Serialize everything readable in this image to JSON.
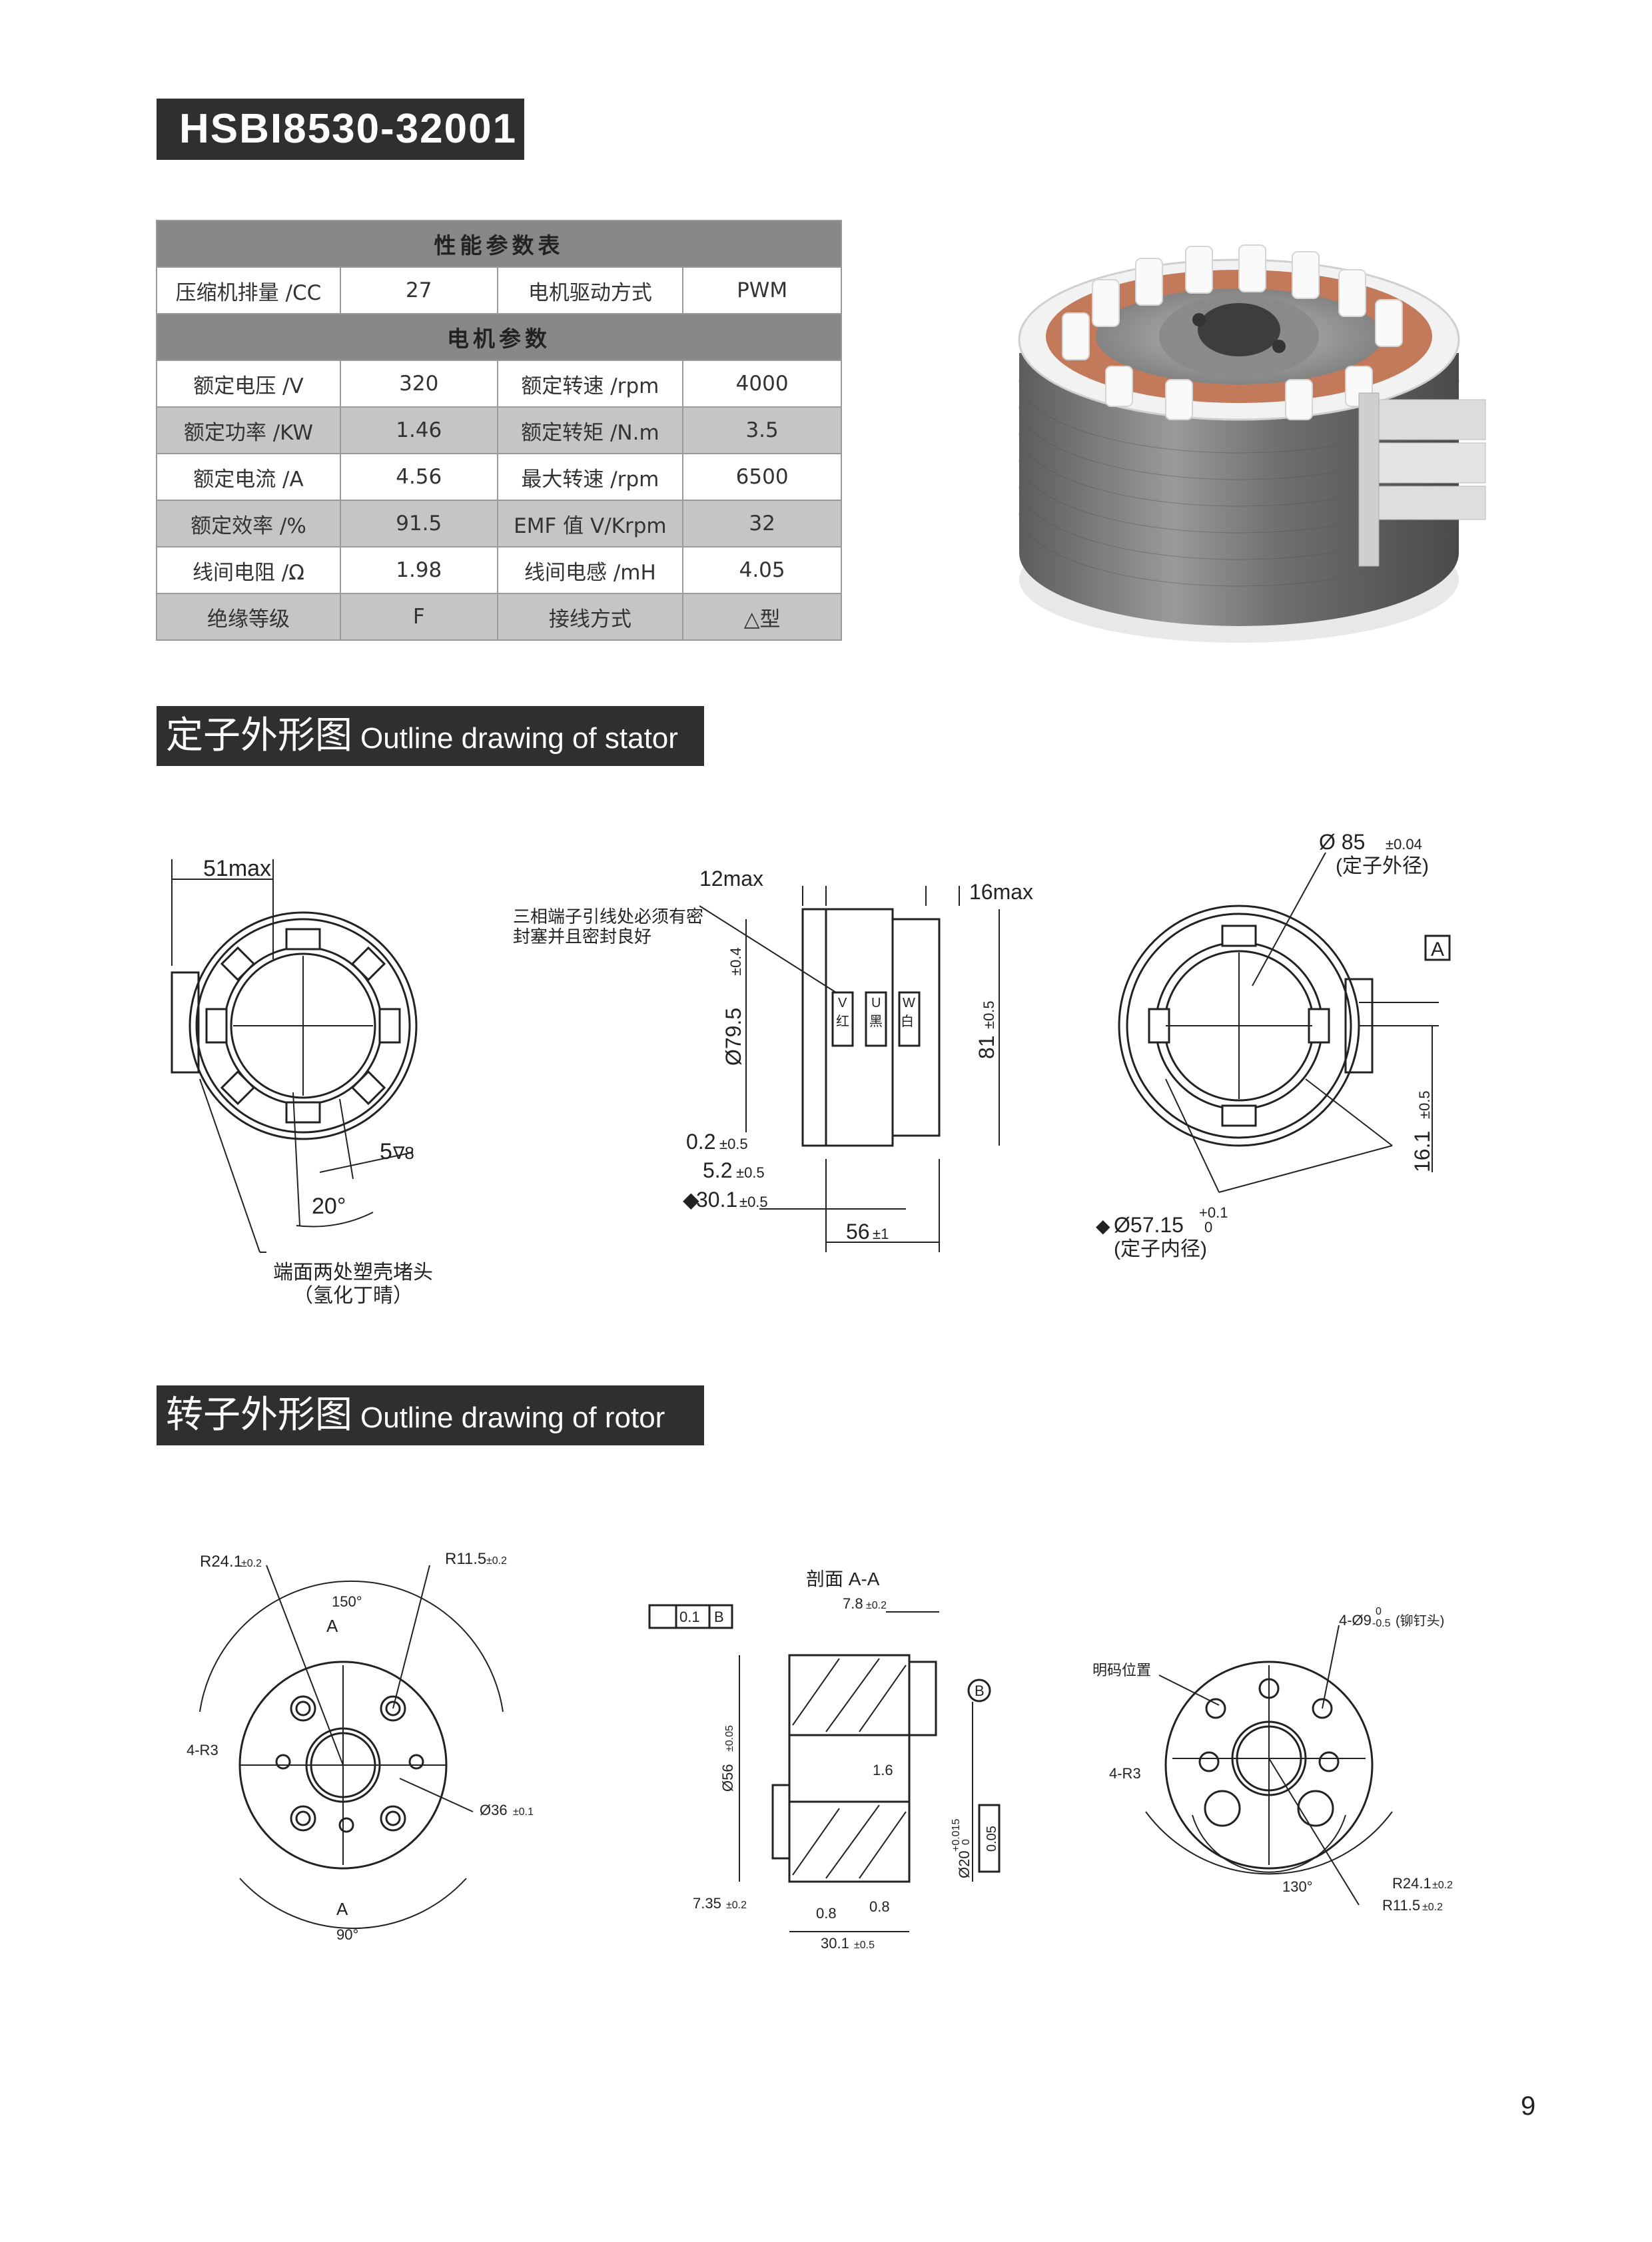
{
  "model_title": "HSBI8530-32001",
  "perf_table": {
    "header1": "性能参数表",
    "row1": [
      "压缩机排量 /CC",
      "27",
      "电机驱动方式",
      "PWM"
    ],
    "header2": "电机参数",
    "rows": [
      [
        "额定电压 /V",
        "320",
        "额定转速 /rpm",
        "4000"
      ],
      [
        "额定功率 /KW",
        "1.46",
        "额定转矩 /N.m",
        "3.5"
      ],
      [
        "额定电流 /A",
        "4.56",
        "最大转速 /rpm",
        "6500"
      ],
      [
        "额定效率 /%",
        "91.5",
        "EMF 值 V/Krpm",
        "32"
      ],
      [
        "线间电阻 /Ω",
        "1.98",
        "线间电感 /mH",
        "4.05"
      ],
      [
        "绝缘等级",
        "F",
        "接线方式",
        "△型"
      ]
    ]
  },
  "stator_section": {
    "title_cn": "定子外形图",
    "title_en": "Outline drawing of stator"
  },
  "rotor_section": {
    "title_cn": "转子外形图",
    "title_en": "Outline drawing of rotor"
  },
  "stator_drawing": {
    "left": {
      "width_max": "51max",
      "slot_dim": "5",
      "angle": "20°",
      "note_line1": "端面两处塑壳堵头",
      "note_line2": "（氢化丁晴）"
    },
    "middle": {
      "top_left": "12max",
      "top_right": "16max",
      "note_line1": "三相端子引线处必须有密",
      "note_line2": "封塞并且密封良好",
      "dia_inner": "Ø79.5",
      "dia_inner_tol": "±0.4",
      "height": "81",
      "height_tol": "±0.5",
      "d1": "0.2",
      "d1_tol": "±0.5",
      "d2": "5.2",
      "d2_tol": "±0.5",
      "d3": "30.1",
      "d3_tol": "±0.5",
      "length": "56",
      "length_tol": "±1",
      "phase_v": "V",
      "phase_v_cn": "红",
      "phase_u": "U",
      "phase_u_cn": "黑",
      "phase_w": "W",
      "phase_w_cn": "白"
    },
    "right": {
      "outer_dia": "Ø 85",
      "outer_tol": "±0.04",
      "outer_label": "(定子外径)",
      "datum": "A",
      "offset": "16.1",
      "offset_tol": "±0.5",
      "inner_dia": "Ø57.15",
      "inner_tol_up": "+0.1",
      "inner_tol_low": "0",
      "inner_label": "(定子内径)"
    }
  },
  "rotor_drawing": {
    "left": {
      "r_outer": "R24.1",
      "r_outer_tol": "±0.2",
      "r_inner": "R11.5",
      "r_inner_tol": "±0.2",
      "angle_top": "150°",
      "angle_bottom": "90°",
      "section_a": "A",
      "section_a2": "A",
      "radius_label": "4-R3",
      "bore": "Ø36",
      "bore_tol": "±0.1"
    },
    "middle": {
      "title": "剖面 A-A",
      "runout": "0.1",
      "runout_ref": "B",
      "top_dim": "7.8",
      "top_dim_tol": "±0.2",
      "datum": "B",
      "dia": "Ø56",
      "dia_tol": "±0.05",
      "chamfer": "1.6",
      "left_dim": "7.35",
      "left_dim_tol": "±0.2",
      "gap1": "0.8",
      "gap2": "0.8",
      "length": "30.1",
      "length_tol": "±0.5",
      "bore": "Ø20",
      "bore_tol_up": "+0.015",
      "bore_tol_low": "0",
      "cyl": "0.05"
    },
    "right": {
      "hole_note": "4-Ø9",
      "hole_tol_up": "0",
      "hole_tol_low": "-0.5",
      "hole_desc": "(铆钉头)",
      "mark_pos": "明码位置",
      "radius_label": "4-R3",
      "angle": "130°",
      "r_outer": "R24.1",
      "r_outer_tol": "±0.2",
      "r_inner": "R11.5",
      "r_inner_tol": "±0.2"
    }
  },
  "page_number": "9"
}
